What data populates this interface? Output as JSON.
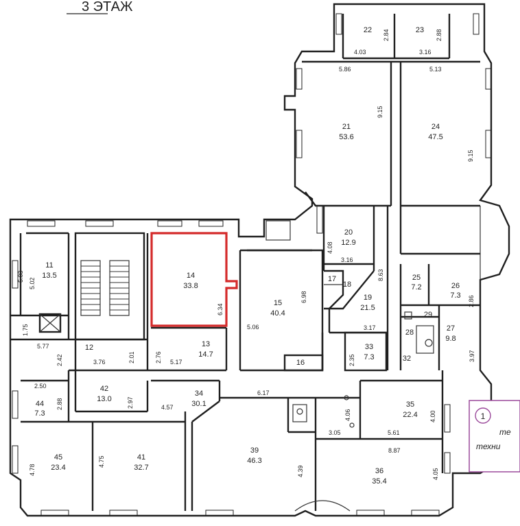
{
  "title": "3 ЭТАЖ",
  "highlight_color": "#d42a2a",
  "legend_color": "#9b4a9b",
  "legend": {
    "symbol": "1",
    "line1": "те",
    "line2": "техни"
  },
  "rooms": [
    {
      "id": "r11",
      "num": "11",
      "area": "13.5"
    },
    {
      "id": "r12",
      "num": "12",
      "area": ""
    },
    {
      "id": "r13",
      "num": "13",
      "area": "14.7"
    },
    {
      "id": "r14",
      "num": "14",
      "area": "33.8"
    },
    {
      "id": "r15",
      "num": "15",
      "area": "40.4"
    },
    {
      "id": "r16",
      "num": "16",
      "area": ""
    },
    {
      "id": "r17",
      "num": "17",
      "area": ""
    },
    {
      "id": "r18",
      "num": "18",
      "area": ""
    },
    {
      "id": "r19",
      "num": "19",
      "area": "21.5"
    },
    {
      "id": "r20",
      "num": "20",
      "area": "12.9"
    },
    {
      "id": "r21",
      "num": "21",
      "area": "53.6"
    },
    {
      "id": "r22",
      "num": "22",
      "area": ""
    },
    {
      "id": "r23",
      "num": "23",
      "area": ""
    },
    {
      "id": "r24",
      "num": "24",
      "area": "47.5"
    },
    {
      "id": "r25",
      "num": "25",
      "area": "7.2"
    },
    {
      "id": "r26",
      "num": "26",
      "area": "7.3"
    },
    {
      "id": "r27",
      "num": "27",
      "area": "9.8"
    },
    {
      "id": "r28",
      "num": "28",
      "area": ""
    },
    {
      "id": "r29",
      "num": "29",
      "area": ""
    },
    {
      "id": "r32",
      "num": "32",
      "area": ""
    },
    {
      "id": "r33",
      "num": "33",
      "area": "7.3"
    },
    {
      "id": "r34",
      "num": "34",
      "area": "30.1"
    },
    {
      "id": "r35",
      "num": "35",
      "area": "22.4"
    },
    {
      "id": "r36",
      "num": "36",
      "area": "35.4"
    },
    {
      "id": "r39",
      "num": "39",
      "area": "46.3"
    },
    {
      "id": "r41",
      "num": "41",
      "area": "32.7"
    },
    {
      "id": "r42",
      "num": "42",
      "area": "13.0"
    },
    {
      "id": "r44",
      "num": "44",
      "area": "7.3"
    },
    {
      "id": "r45",
      "num": "45",
      "area": "23.4"
    }
  ],
  "dimensions": [
    {
      "id": "d22w",
      "text": "4.03"
    },
    {
      "id": "d22h",
      "text": "2.84"
    },
    {
      "id": "d23w",
      "text": "3.16"
    },
    {
      "id": "d23h",
      "text": "2.88"
    },
    {
      "id": "d21w",
      "text": "5.86"
    },
    {
      "id": "d21h",
      "text": "9.15"
    },
    {
      "id": "d24w",
      "text": "5.13"
    },
    {
      "id": "d24h",
      "text": "9.15"
    },
    {
      "id": "d11h",
      "text": "5.03"
    },
    {
      "id": "d11h2",
      "text": "5.02"
    },
    {
      "id": "d14h",
      "text": "6.34"
    },
    {
      "id": "d15h",
      "text": "6.98"
    },
    {
      "id": "d15w",
      "text": "5.06"
    },
    {
      "id": "d20h",
      "text": "4.08"
    },
    {
      "id": "d20w",
      "text": "3.16"
    },
    {
      "id": "d19h",
      "text": "8.63"
    },
    {
      "id": "d26h",
      "text": "2.86"
    },
    {
      "id": "d19w",
      "text": "3.17"
    },
    {
      "id": "d27h",
      "text": "3.97"
    },
    {
      "id": "d33h",
      "text": "2.35"
    },
    {
      "id": "dA",
      "text": "1.75"
    },
    {
      "id": "dB",
      "text": "5.77"
    },
    {
      "id": "d12h",
      "text": "2.42"
    },
    {
      "id": "d12w",
      "text": "3.76"
    },
    {
      "id": "d12h2",
      "text": "2.01"
    },
    {
      "id": "d13h",
      "text": "2.76"
    },
    {
      "id": "d13w",
      "text": "5.17"
    },
    {
      "id": "d44w",
      "text": "2.50"
    },
    {
      "id": "d44h",
      "text": "2.88"
    },
    {
      "id": "d42h",
      "text": "2.97"
    },
    {
      "id": "d34w",
      "text": "4.57"
    },
    {
      "id": "d34w2",
      "text": "6.17"
    },
    {
      "id": "dC",
      "text": "4.06"
    },
    {
      "id": "d35h",
      "text": "4.00"
    },
    {
      "id": "dD",
      "text": "3.05"
    },
    {
      "id": "d35w",
      "text": "5.61"
    },
    {
      "id": "d36w",
      "text": "8.87"
    },
    {
      "id": "d45h",
      "text": "4.78"
    },
    {
      "id": "d41h",
      "text": "4.75"
    },
    {
      "id": "d39h",
      "text": "4.39"
    },
    {
      "id": "d36h",
      "text": "4.05"
    }
  ]
}
